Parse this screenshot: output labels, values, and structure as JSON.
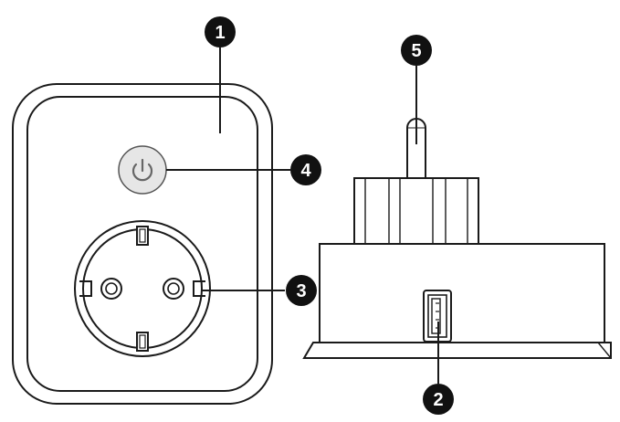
{
  "callouts": [
    {
      "id": 1,
      "label": "1"
    },
    {
      "id": 2,
      "label": "2"
    },
    {
      "id": 3,
      "label": "3"
    },
    {
      "id": 4,
      "label": "4"
    },
    {
      "id": 5,
      "label": "5"
    }
  ],
  "icons": {
    "power_button": "power-icon",
    "usb_port": "usb-port-icon"
  },
  "colors": {
    "outline": "#1a1a1a",
    "callout_fill": "#111111",
    "button_fill": "#e6e6e6"
  }
}
